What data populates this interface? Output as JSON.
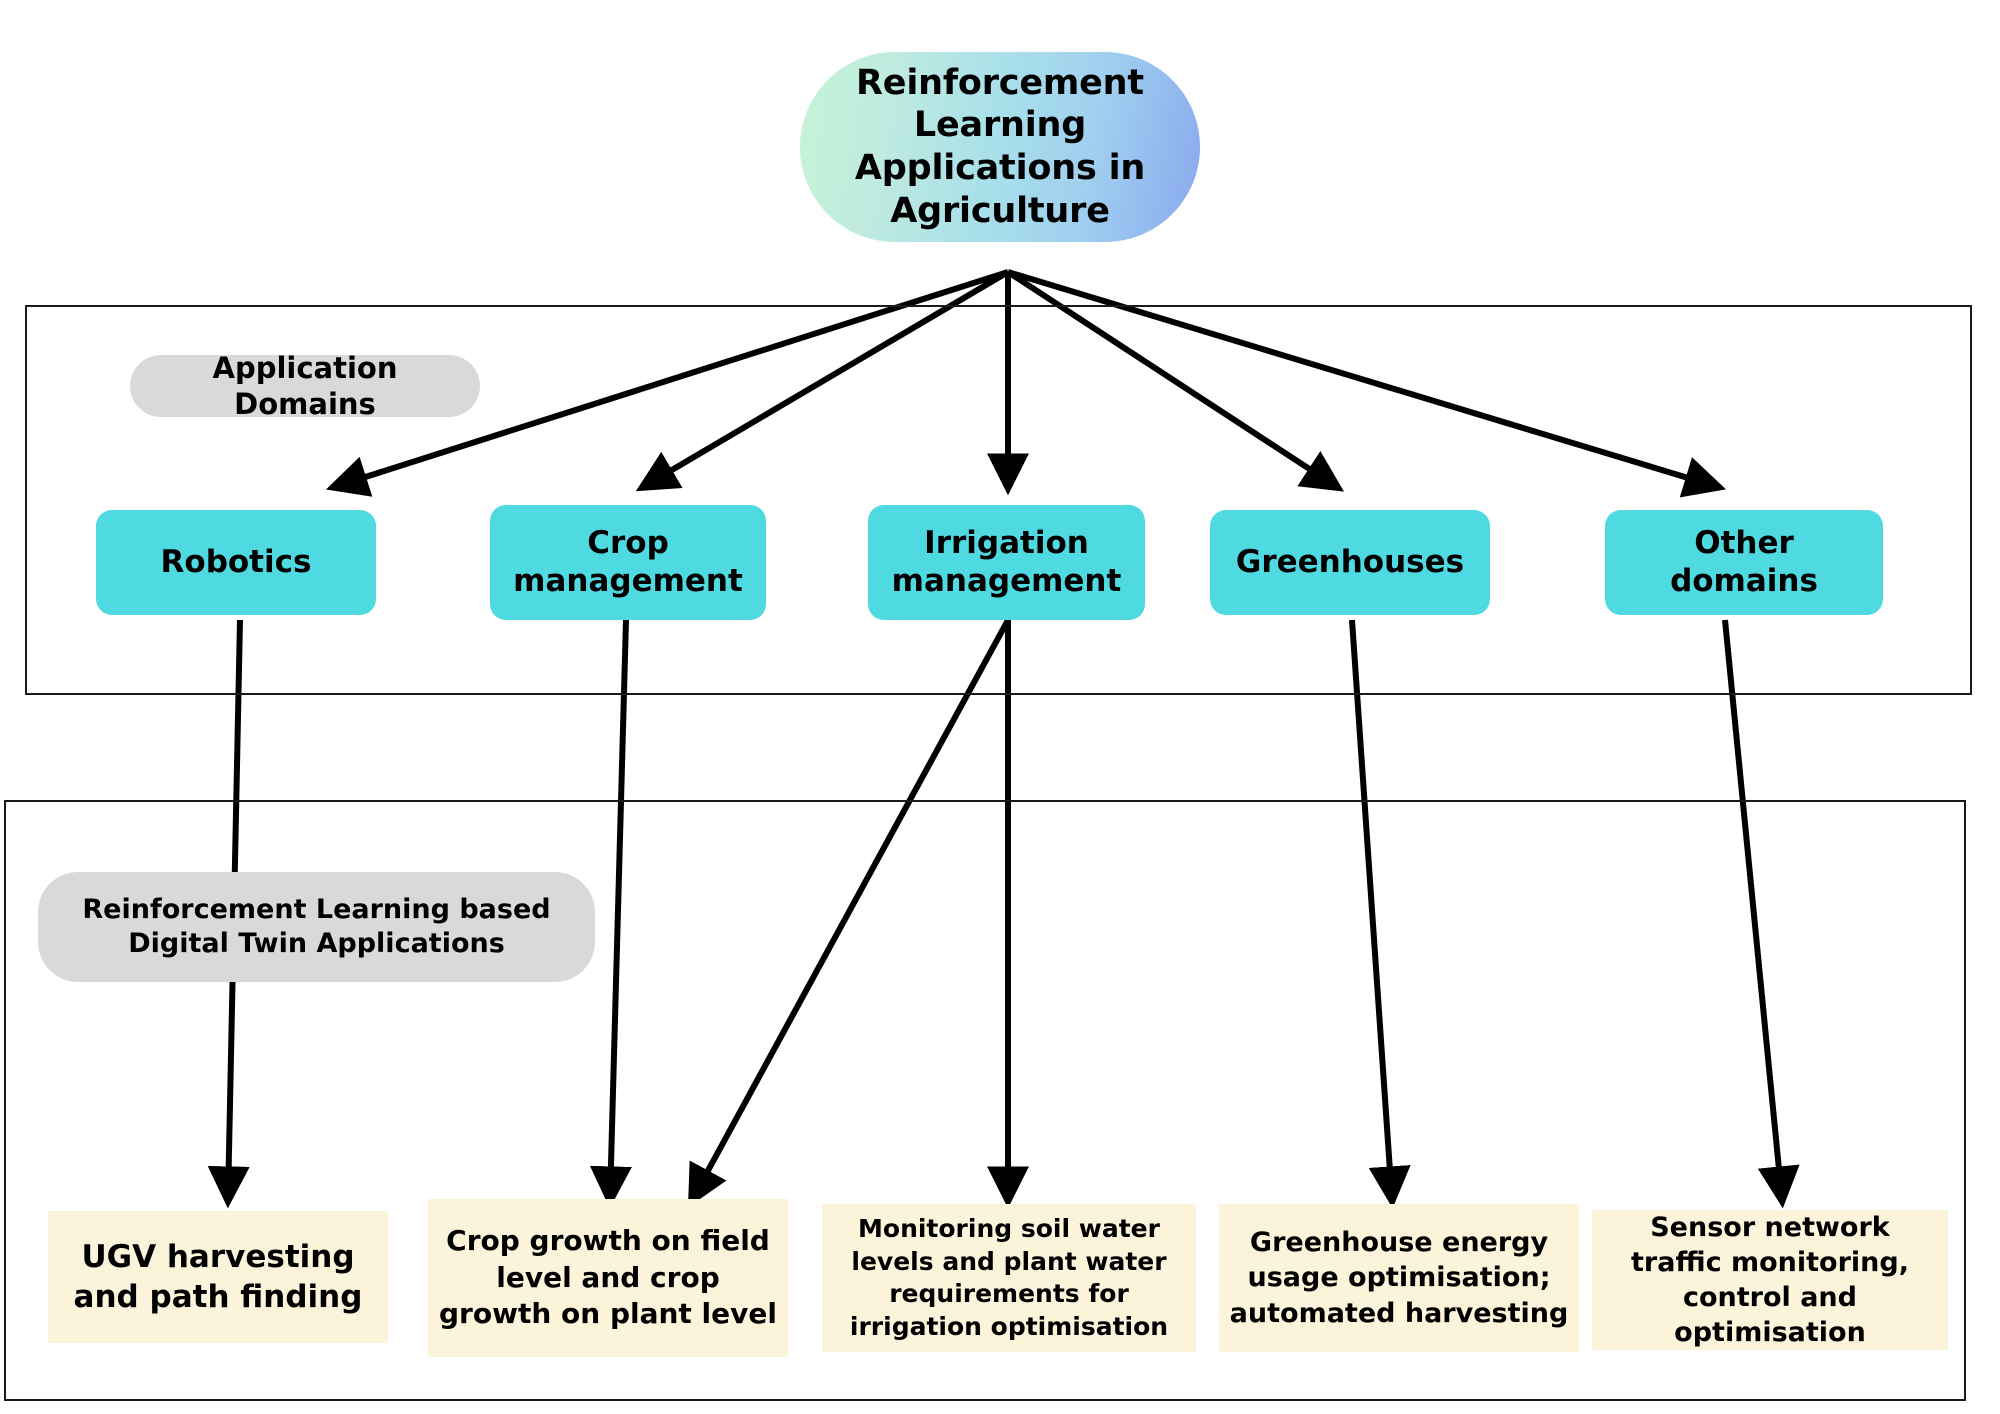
{
  "diagram": {
    "title": "Reinforcement Learning Applications in Agriculture",
    "root": {
      "label": "Reinforcement Learning Applications in Agriculture",
      "fill_gradient_start": "#c6f4d6",
      "fill_gradient_end": "#8aa8ee"
    },
    "groups": [
      {
        "id": "application-domains",
        "label": "Application Domains",
        "label_fill": "#d9d9d9",
        "border_color": "#1a1a1a"
      },
      {
        "id": "digital-twin-applications",
        "label": "Reinforcement Learning based Digital Twin Applications",
        "label_fill": "#d9d9d9",
        "border_color": "#1a1a1a"
      }
    ],
    "domains": [
      {
        "id": "robotics",
        "label": "Robotics",
        "fill": "#4fd9e0"
      },
      {
        "id": "crop-management",
        "label": "Crop management",
        "fill": "#4fd9e0"
      },
      {
        "id": "irrigation-management",
        "label": "Irrigation management",
        "fill": "#4fd9e0"
      },
      {
        "id": "greenhouses",
        "label": "Greenhouses",
        "fill": "#4fd9e0"
      },
      {
        "id": "other-domains",
        "label": "Other domains",
        "fill": "#4fd9e0"
      }
    ],
    "applications": [
      {
        "id": "ugv-harvesting",
        "label": "UGV harvesting and path finding",
        "fill": "#fbf3da"
      },
      {
        "id": "crop-growth",
        "label": "Crop growth on field level and crop growth on plant level",
        "fill": "#fbf3da"
      },
      {
        "id": "soil-water-monitoring",
        "label": "Monitoring soil water levels and plant water requirements for irrigation optimisation",
        "fill": "#fbf3da"
      },
      {
        "id": "greenhouse-energy",
        "label": "Greenhouse energy usage optimisation; automated harvesting",
        "fill": "#fbf3da"
      },
      {
        "id": "sensor-network",
        "label": "Sensor network traffic monitoring, control and optimisation",
        "fill": "#fbf3da"
      }
    ],
    "edges": [
      {
        "from": "root",
        "to": "robotics"
      },
      {
        "from": "root",
        "to": "crop-management"
      },
      {
        "from": "root",
        "to": "irrigation-management"
      },
      {
        "from": "root",
        "to": "greenhouses"
      },
      {
        "from": "root",
        "to": "other-domains"
      },
      {
        "from": "robotics",
        "to": "ugv-harvesting"
      },
      {
        "from": "crop-management",
        "to": "crop-growth"
      },
      {
        "from": "irrigation-management",
        "to": "crop-growth"
      },
      {
        "from": "irrigation-management",
        "to": "soil-water-monitoring"
      },
      {
        "from": "greenhouses",
        "to": "greenhouse-energy"
      },
      {
        "from": "other-domains",
        "to": "sensor-network"
      }
    ],
    "edge_color": "#000000"
  }
}
